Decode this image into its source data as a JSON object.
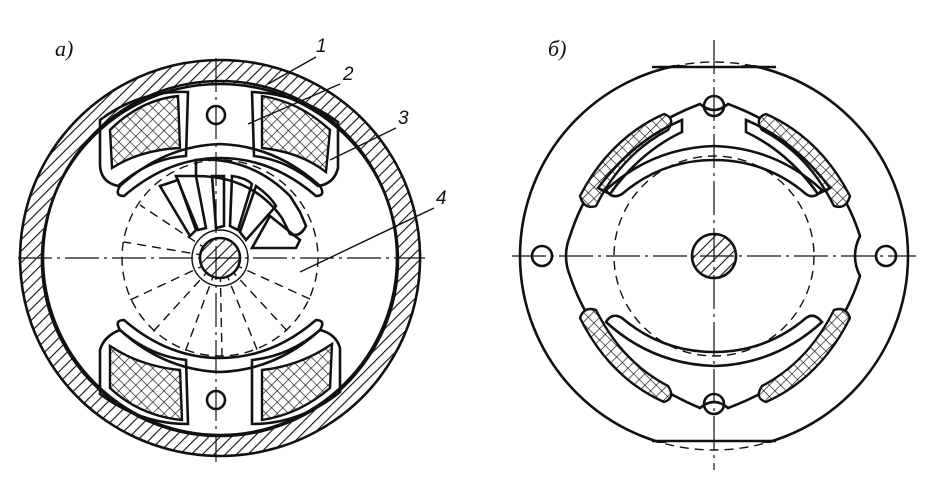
{
  "figure": {
    "panel_a": {
      "label": "а)",
      "callouts": [
        "1",
        "2",
        "3",
        "4"
      ]
    },
    "panel_b": {
      "label": "б)"
    },
    "colors": {
      "ink": "#111111",
      "paper": "#ffffff"
    }
  }
}
